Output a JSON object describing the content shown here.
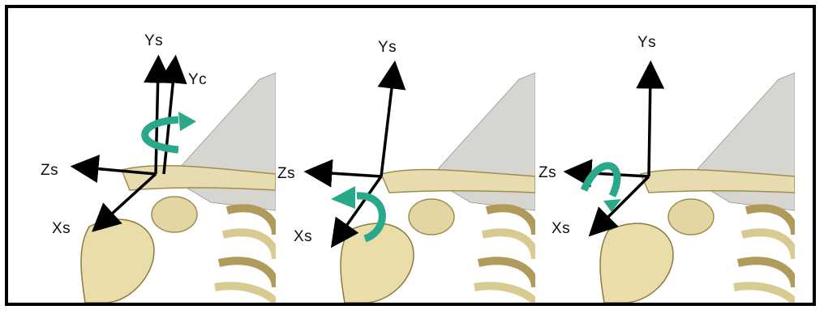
{
  "panels": [
    {
      "id": "left",
      "labels": {
        "ys": "Ys",
        "yc": "Yc",
        "zs": "Zs",
        "xs": "Xs"
      },
      "rotation_about": "Ys"
    },
    {
      "id": "middle",
      "labels": {
        "ys": "Ys",
        "zs": "Zs",
        "xs": "Xs"
      },
      "rotation_about": "Xs"
    },
    {
      "id": "right",
      "labels": {
        "ys": "Ys",
        "zs": "Zs",
        "xs": "Xs"
      },
      "rotation_about": "Zs"
    }
  ],
  "colors": {
    "bone": "#e6dcb0",
    "bone_shadow": "#b9a468",
    "scapula": "#d9d8d3",
    "arrow": "#000000",
    "rotation": "#2aa88a"
  }
}
